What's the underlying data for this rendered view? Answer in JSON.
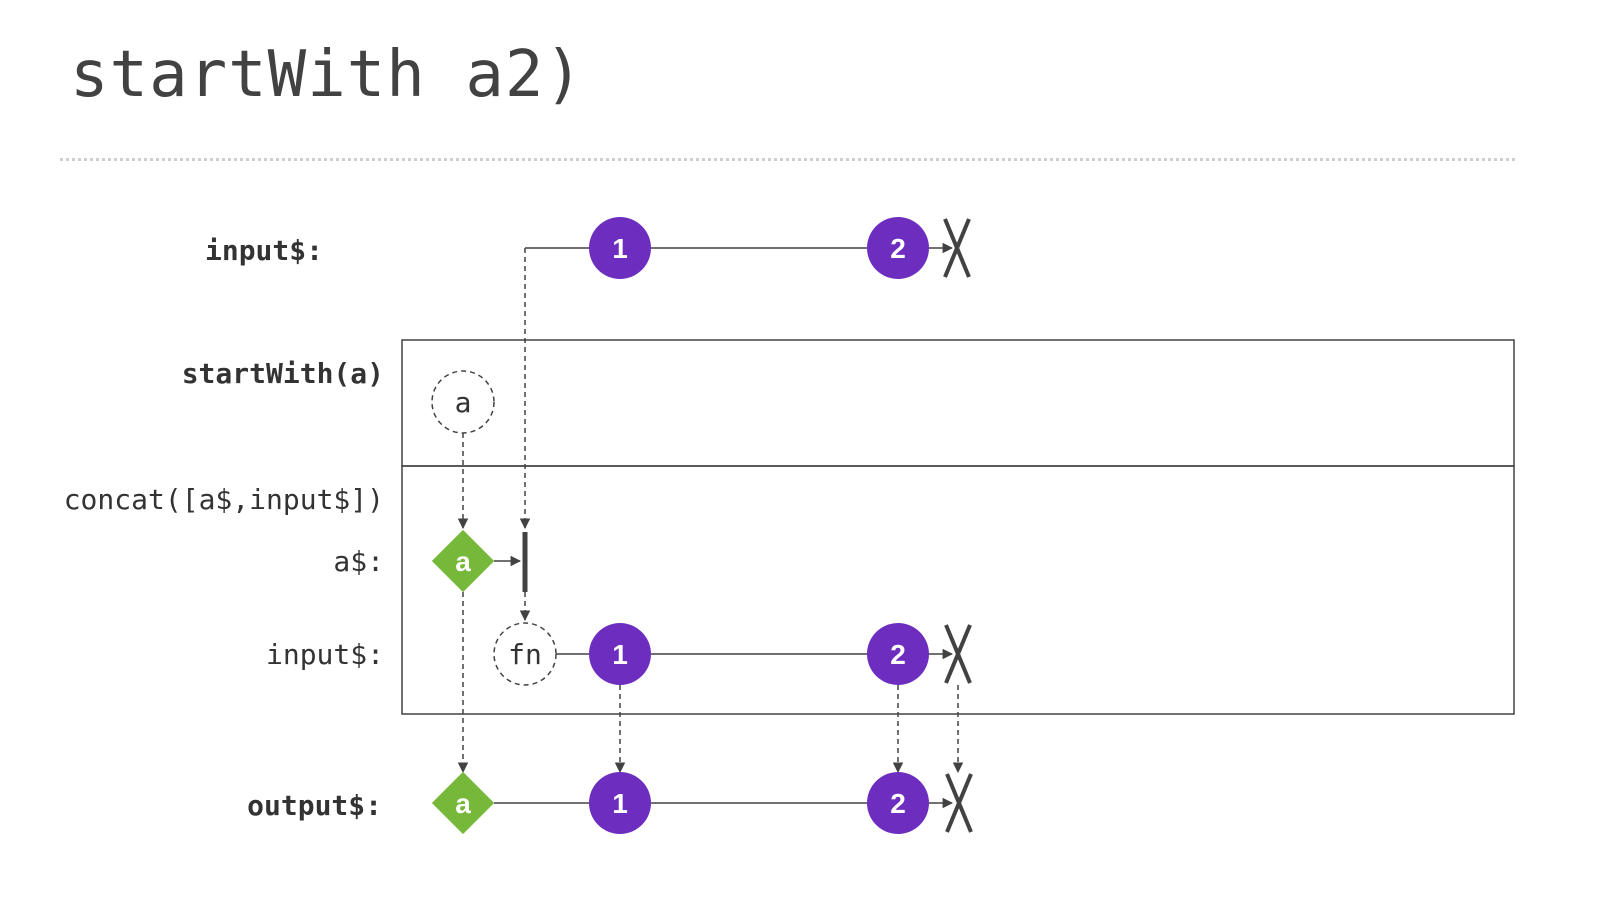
{
  "title": "startWith a2)",
  "labels": {
    "input_top": "input$:",
    "operator": "startWith(a)",
    "concat": "concat([a$,input$])",
    "a_stream": "a$:",
    "input_inner": "input$:",
    "output": "output$:"
  },
  "nodes": {
    "input_top_1": "1",
    "input_top_2": "2",
    "operator_a": "a",
    "a_stream_a": "a",
    "input_inner_fn": "fn",
    "input_inner_1": "1",
    "input_inner_2": "2",
    "output_a": "a",
    "output_1": "1",
    "output_2": "2"
  },
  "colors": {
    "purple": "#6d2ec0",
    "green": "#76b83a",
    "line": "#424242",
    "text": "#333333"
  }
}
